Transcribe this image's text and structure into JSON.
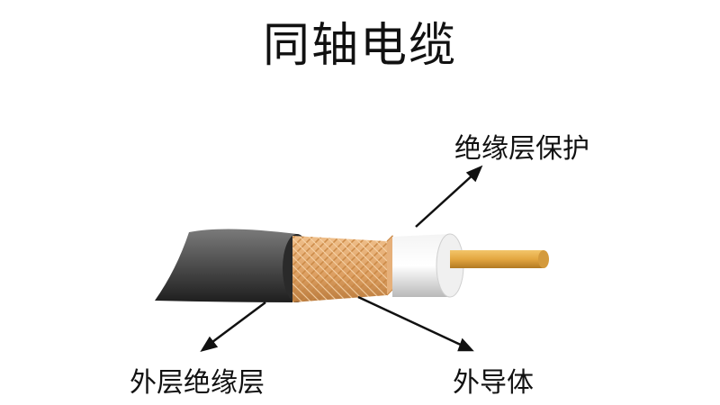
{
  "title": "同轴电缆",
  "labels": {
    "insulation": "绝缘层保护",
    "outer_jacket": "外层绝缘层",
    "outer_conductor": "外导体"
  },
  "colors": {
    "outer_jacket": "#4a4a4a",
    "braid": "#e0a86a",
    "dielectric": "#e8e8e8",
    "core": "#e0a040",
    "arrow": "#111111"
  }
}
